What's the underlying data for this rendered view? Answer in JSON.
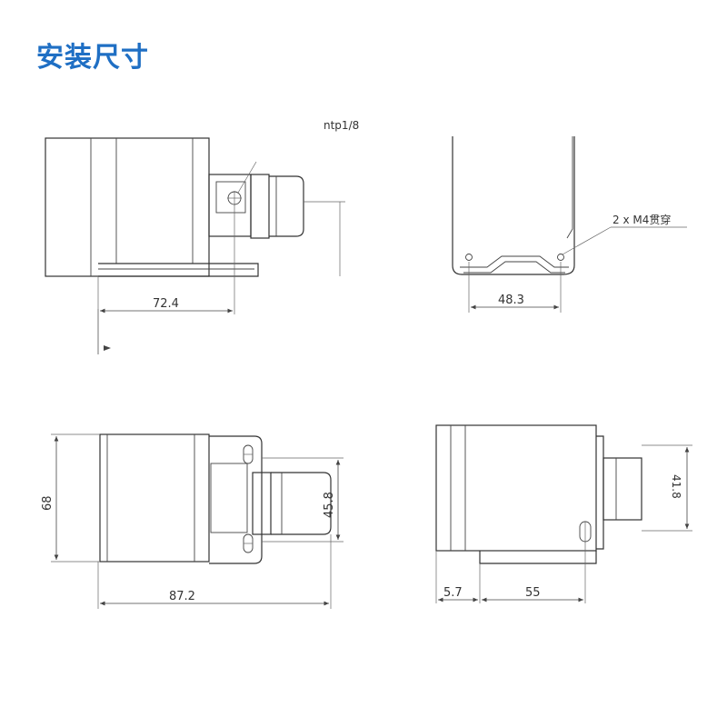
{
  "page": {
    "title": "安装尺寸"
  },
  "labels": {
    "thread": "ntp1/8",
    "holes": "2 x M4贯穿",
    "dim_72_4": "72.4",
    "dim_48_3": "48.3",
    "dim_68": "68",
    "dim_45_8": "45.8",
    "dim_87_2": "87.2",
    "dim_55": "55",
    "dim_small": "5.7",
    "dim_right_vertical": "41.8"
  },
  "colors": {
    "title": "#1f6fc4",
    "line": "#333333"
  }
}
